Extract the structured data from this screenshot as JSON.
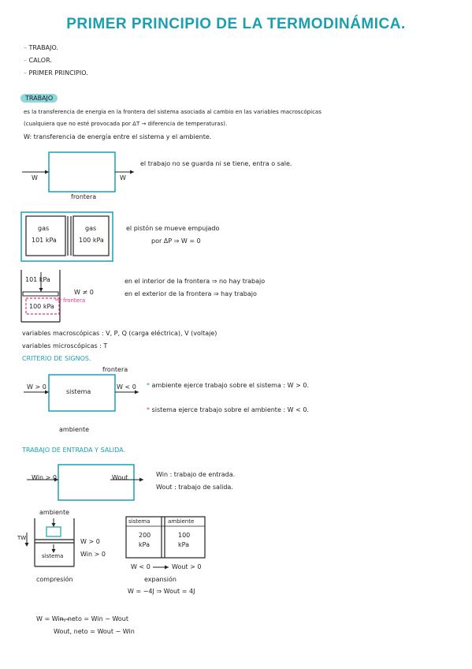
{
  "title": "PRIMER PRINCIPIO DE LA TERMODINÁMICA.",
  "index": [
    "TRABAJO.",
    "CALOR.",
    "PRIMER PRINCIPIO."
  ],
  "trabajo": {
    "heading": "TRABAJO",
    "def_line1": "es la transferencia de energía en la frontera del sistema asociada al cambio en las variables macroscópicas",
    "def_line2": "(cualquiera que no esté provocada por ΔT → diferencia de temperaturas).",
    "def_line3": "W: transferencia de energía entre el sistema y el ambiente."
  },
  "diagram1": {
    "w_left": "W",
    "w_right": "W",
    "frontera": "frontera",
    "note": "el trabajo no se guarda ni se tiene, entra o sale."
  },
  "diagram2": {
    "left_gas": "gas",
    "left_kpa": "101 kPa",
    "right_gas": "gas",
    "right_kpa": "100 kPa",
    "note1": "el pistón se mueve empujado",
    "note2": "por ΔP ⇒ W = 0"
  },
  "diagram3": {
    "top_label": "101 kPa",
    "inner_label": "100 kPa",
    "w_label": "W ≠ 0",
    "frontera": "frontera",
    "note1": "en el interior de la frontera ⇒ no hay trabajo",
    "note2": "en el exterior de la frontera ⇒ hay trabajo"
  },
  "variables": {
    "macro": "variables macroscópicas : V, P, Q (carga eléctrica), V (voltaje)",
    "micro": "variables microscópicas : T"
  },
  "criterio": {
    "heading": "CRITERIO DE SIGNOS.",
    "frontera": "frontera",
    "sistema": "sistema",
    "ambiente": "ambiente",
    "w_pos": "W > 0",
    "w_neg": "W < 0",
    "note1": "ambiente ejerce trabajo sobre el sistema : W > 0.",
    "note2": "sistema ejerce trabajo sobre el ambiente : W < 0."
  },
  "entrada_salida": {
    "heading": "TRABAJO DE ENTRADA Y SALIDA.",
    "win_label": "Win > 0",
    "wout_label": "Wout",
    "def_win": "Win : trabajo de entrada.",
    "def_wout": "Wout : trabajo de salida.",
    "ambiente": "ambiente",
    "sistema": "sistema",
    "tw": "TW",
    "w_pos": "W > 0",
    "win_pos": "Win > 0",
    "compresion": "compresión",
    "sistema2": "sistema",
    "ambiente2": "ambiente",
    "p_sys": "200",
    "p_sys_u": "kPa",
    "p_amb": "100",
    "p_amb_u": "kPa",
    "w_neg": "W < 0",
    "wout_pos": "Wout > 0",
    "expansion": "expansión",
    "w_example": "W = −4J ⇒ Wout = 4J"
  },
  "formulas": {
    "f1": "W = Win, neto = Win − Wout",
    "f2": "Wout, neto = Wout − Win"
  }
}
